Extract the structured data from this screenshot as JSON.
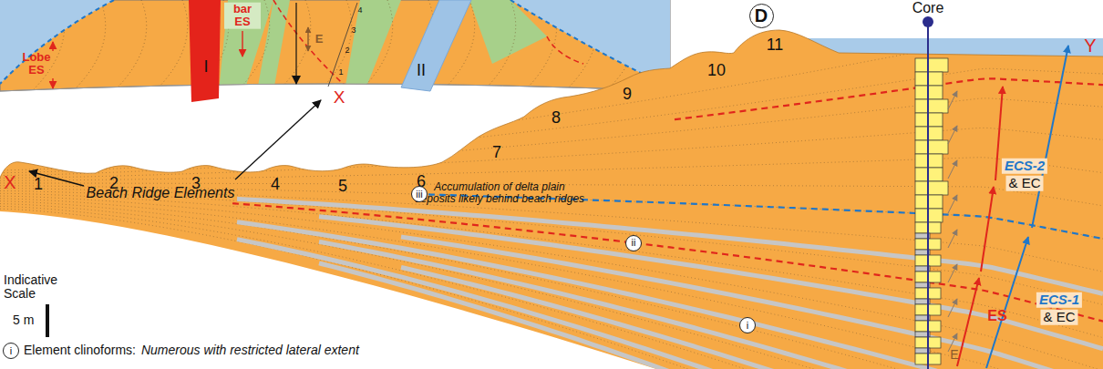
{
  "diagram": {
    "nodes": [
      {
        "text": [
          "D"
        ]
      },
      {
        "text": [
          "iii"
        ]
      },
      {
        "text": [
          "ii"
        ]
      },
      {
        "text": [
          "i"
        ]
      },
      {
        "text": [
          "i"
        ]
      }
    ],
    "labels": [
      "Lobe ES",
      "bar ES",
      "E",
      "4",
      "3",
      "2",
      "1",
      "X",
      "I",
      "II",
      "Core",
      "Y",
      "X",
      "Beach Ridge Elements",
      "Accumulation of delta plain deposits likely behind beach ridges",
      "1",
      "2",
      "3",
      "4",
      "5",
      "6",
      "7",
      "8",
      "9",
      "10",
      "11",
      "Indicative Scale",
      "5 m",
      "ECS-2",
      "& EC",
      "ECS-1",
      "& EC",
      "ES",
      "E",
      "Element clinoforms:",
      "Numerous with restricted lateral extent"
    ]
  }
}
